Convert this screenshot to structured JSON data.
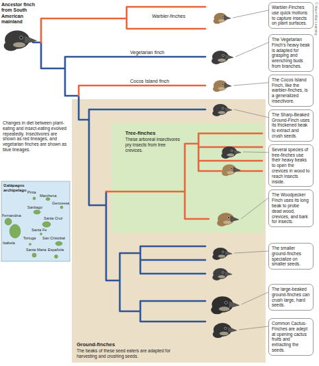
{
  "diagram": {
    "nodes": [
      {
        "text": [
          "Warbler-Finches use quick motions to capture insects on plant surfaces."
        ]
      },
      {
        "text": [
          "The Vegetarian Finch's heavy beak is adapted for grasping and wrenching buds from branches."
        ]
      },
      {
        "text": [
          "The Cocos Island Finch, like the warbler-finches, is a generalized insectivore."
        ]
      },
      {
        "text": [
          "Ground-finches",
          "The beaks of these seed eaters are adapted for harvesting and crushing seeds."
        ]
      },
      {
        "text": [
          "Tree-finches",
          "These arboreal insectivores pry insects from tree crevices."
        ],
        "in": 3
      },
      {
        "text": [
          "The Sharp-Beaked Ground-Finch uses its thickened beak to extract and crush seeds."
        ]
      },
      {
        "text": [
          "Several species of tree-finches use their heavy beaks to open the crevices in wood to reach insects inside."
        ]
      },
      {
        "text": [
          "The Woodpecker Finch uses its long beak to probe dead wood, crevices, and bark for insects."
        ]
      },
      {
        "text": [
          "The smaller ground-finches specialize on smaller seeds."
        ]
      },
      {
        "text": [
          "The large-beaked ground-finches can crush large, hard seeds."
        ]
      },
      {
        "text": [
          "Common Cactus-Finches are adept at opening cactus fruits and extracting the seeds."
        ]
      },
      {
        "text": [
          "Galápagos archipelago"
        ]
      }
    ],
    "labels": [
      "Ancestor finch from South American mainland",
      "Warbler-finches",
      "Vegetarian finch",
      "Cocos Island finch",
      "Changes in diet between plant-eating and insect-eating evolved repeatedly. Insectivores are shown as red lineages, and vegetarian finches are shown as blue lineages.",
      "Pinta",
      "Marchena",
      "Genovesa",
      "Santiago",
      "Fernandina",
      "Santa Cruz",
      "Santa Fe",
      "Isabela",
      "Tortuga",
      "San Cristobal",
      "Santa Maria",
      "Española",
      "© Macmillan Learning"
    ]
  }
}
